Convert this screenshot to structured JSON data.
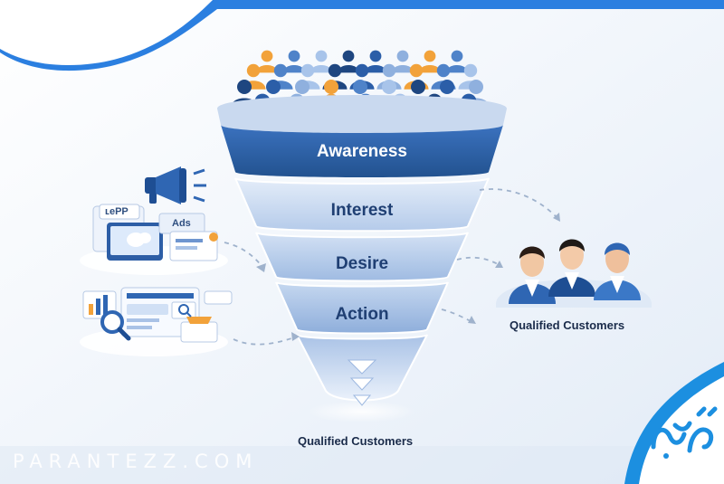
{
  "funnel": {
    "stages": [
      {
        "label": "Awareness"
      },
      {
        "label": "Interest"
      },
      {
        "label": "Desire"
      },
      {
        "label": "Action"
      }
    ],
    "bottom_caption": "Qualified Customers"
  },
  "customers": {
    "caption": "Qualified Customers"
  },
  "marketing": {
    "card_label": "ʟePP",
    "ads_label": "Ads"
  },
  "watermark": {
    "text": "PARANTEZZ.COM"
  },
  "colors": {
    "dark_blue": "#2b5ea8",
    "mid_blue": "#8fb0de",
    "light_blue": "#d6e3f5",
    "accent_orange": "#f2a23a",
    "logo_blue": "#1c8fe0"
  }
}
